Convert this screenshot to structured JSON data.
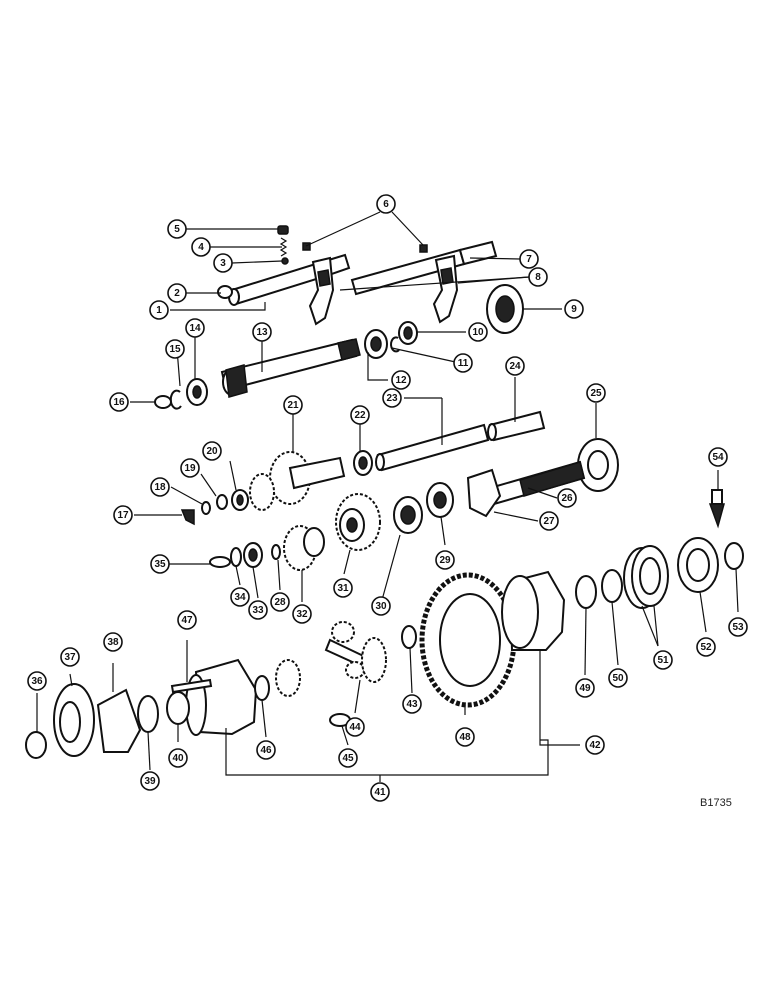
{
  "figure": {
    "reference_code": "B1735"
  },
  "callouts": [
    {
      "id": "1",
      "label": "1"
    },
    {
      "id": "2",
      "label": "2"
    },
    {
      "id": "3",
      "label": "3"
    },
    {
      "id": "4",
      "label": "4"
    },
    {
      "id": "5",
      "label": "5"
    },
    {
      "id": "6",
      "label": "6"
    },
    {
      "id": "7",
      "label": "7"
    },
    {
      "id": "8",
      "label": "8"
    },
    {
      "id": "9",
      "label": "9"
    },
    {
      "id": "10",
      "label": "10"
    },
    {
      "id": "11",
      "label": "11"
    },
    {
      "id": "12",
      "label": "12"
    },
    {
      "id": "13",
      "label": "13"
    },
    {
      "id": "14",
      "label": "14"
    },
    {
      "id": "15",
      "label": "15"
    },
    {
      "id": "16",
      "label": "16"
    },
    {
      "id": "17",
      "label": "17"
    },
    {
      "id": "18",
      "label": "18"
    },
    {
      "id": "19",
      "label": "19"
    },
    {
      "id": "20",
      "label": "20"
    },
    {
      "id": "21",
      "label": "21"
    },
    {
      "id": "22",
      "label": "22"
    },
    {
      "id": "23",
      "label": "23"
    },
    {
      "id": "24",
      "label": "24"
    },
    {
      "id": "25",
      "label": "25"
    },
    {
      "id": "26",
      "label": "26"
    },
    {
      "id": "27",
      "label": "27"
    },
    {
      "id": "28",
      "label": "28"
    },
    {
      "id": "29",
      "label": "29"
    },
    {
      "id": "30",
      "label": "30"
    },
    {
      "id": "31",
      "label": "31"
    },
    {
      "id": "32",
      "label": "32"
    },
    {
      "id": "33",
      "label": "33"
    },
    {
      "id": "34",
      "label": "34"
    },
    {
      "id": "35",
      "label": "35"
    },
    {
      "id": "36",
      "label": "36"
    },
    {
      "id": "37",
      "label": "37"
    },
    {
      "id": "38",
      "label": "38"
    },
    {
      "id": "39",
      "label": "39"
    },
    {
      "id": "40",
      "label": "40"
    },
    {
      "id": "41",
      "label": "41"
    },
    {
      "id": "42",
      "label": "42"
    },
    {
      "id": "43",
      "label": "43"
    },
    {
      "id": "44",
      "label": "44"
    },
    {
      "id": "45",
      "label": "45"
    },
    {
      "id": "46",
      "label": "46"
    },
    {
      "id": "47",
      "label": "47"
    },
    {
      "id": "48",
      "label": "48"
    },
    {
      "id": "49",
      "label": "49"
    },
    {
      "id": "50",
      "label": "50"
    },
    {
      "id": "51",
      "label": "51"
    },
    {
      "id": "52",
      "label": "52"
    },
    {
      "id": "53",
      "label": "53"
    },
    {
      "id": "54",
      "label": "54"
    }
  ]
}
